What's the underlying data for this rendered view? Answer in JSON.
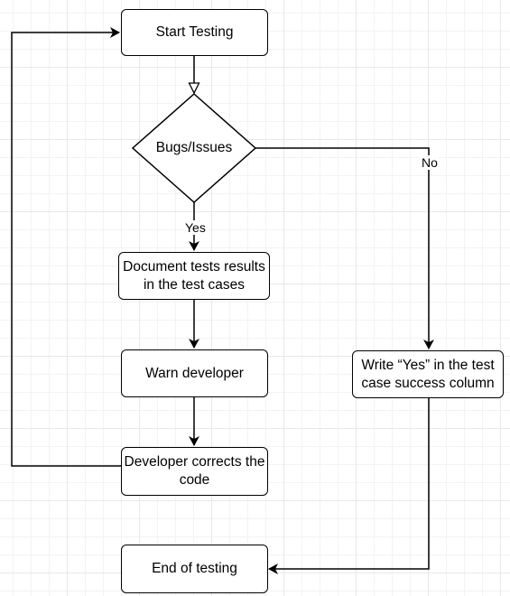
{
  "nodes": {
    "start_testing": "Start Testing",
    "bugs_issues": "Bugs/Issues",
    "document_results": "Document tests results in the test cases",
    "warn_developer": "Warn developer",
    "developer_corrects": "Developer corrects the code",
    "write_yes": "Write “Yes” in the test case success column",
    "end_testing": "End of testing"
  },
  "edge_labels": {
    "yes": "Yes",
    "no": "No"
  },
  "colors": {
    "stroke": "#000000",
    "fill": "#ffffff"
  }
}
